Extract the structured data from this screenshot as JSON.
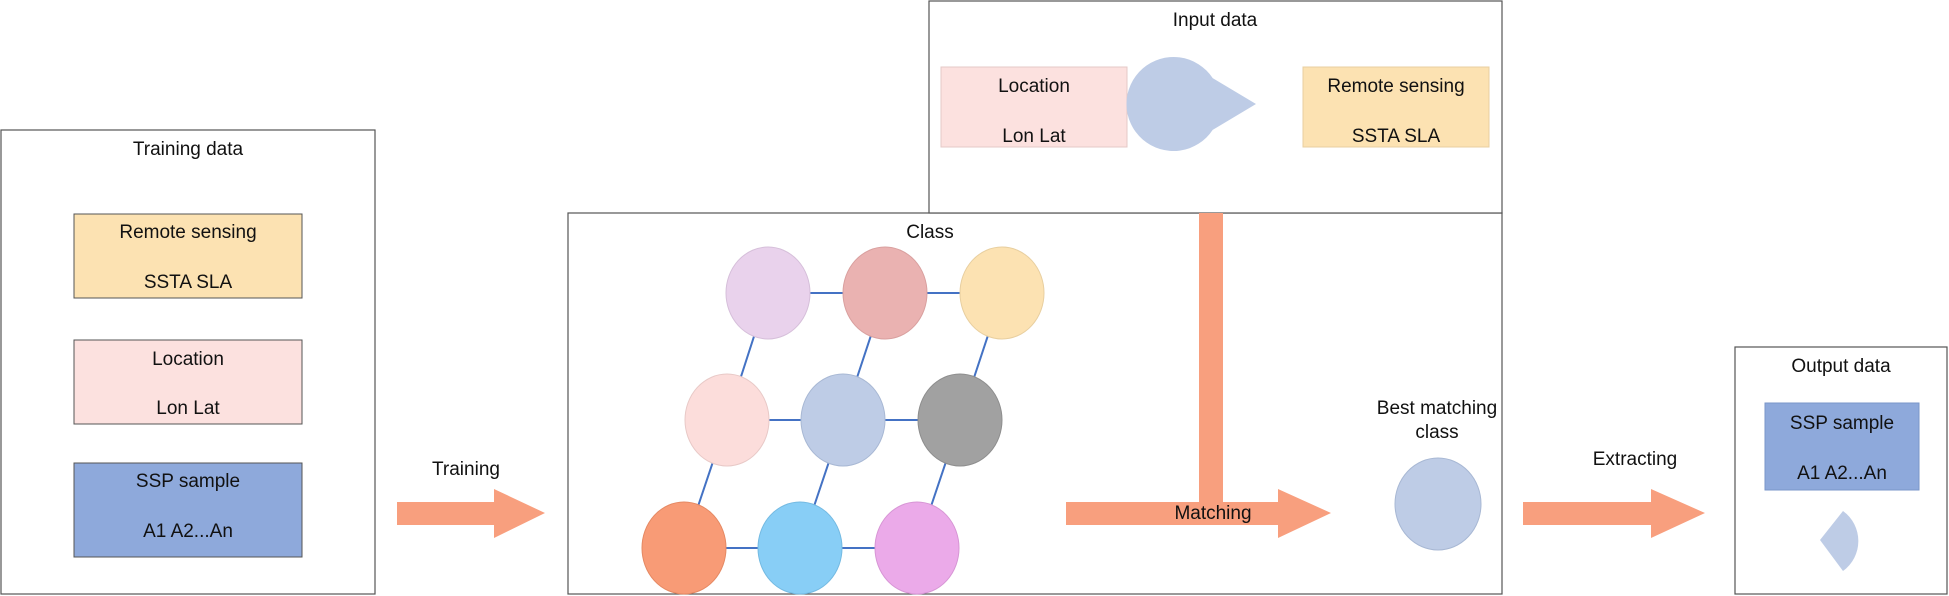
{
  "training_panel": {
    "title": "Training data",
    "remote_sensing": {
      "line1": "Remote sensing",
      "line2": "SSTA SLA"
    },
    "location": {
      "line1": "Location",
      "line2": "Lon  Lat"
    },
    "ssp_sample": {
      "line1": "SSP sample",
      "line2": "A1 A2...An"
    }
  },
  "training_arrow_label": "Training",
  "class_panel": {
    "title": "Class",
    "node_colors": [
      "#E9D2EC",
      "#EAB2B1",
      "#FCE2B2",
      "#FCDDDB",
      "#BECCE6",
      "#A1A1A1",
      "#F89B76",
      "#88CEF6",
      "#EBAAE9"
    ]
  },
  "input_panel": {
    "title": "Input data",
    "location": {
      "line1": "Location",
      "line2": "Lon  Lat"
    },
    "remote_sensing": {
      "line1": "Remote sensing",
      "line2": "SSTA SLA"
    }
  },
  "matching_arrow_label": "Matching",
  "best_matching": {
    "line1": "Best matching",
    "line2": "class"
  },
  "extracting_arrow_label": "Extracting",
  "output_panel": {
    "title": "Output data",
    "ssp_sample": {
      "line1": "SSP sample",
      "line2": "A1 A2...An"
    }
  },
  "colors": {
    "arrow": "#F89F7E",
    "remote_sensing_fill": "#FCE2B2",
    "location_fill": "#FCE1DF",
    "ssp_fill": "#8EA9DB",
    "pacman_fill": "#BECCE6",
    "panel_border": "#555555",
    "grid_line": "#4472C4"
  }
}
